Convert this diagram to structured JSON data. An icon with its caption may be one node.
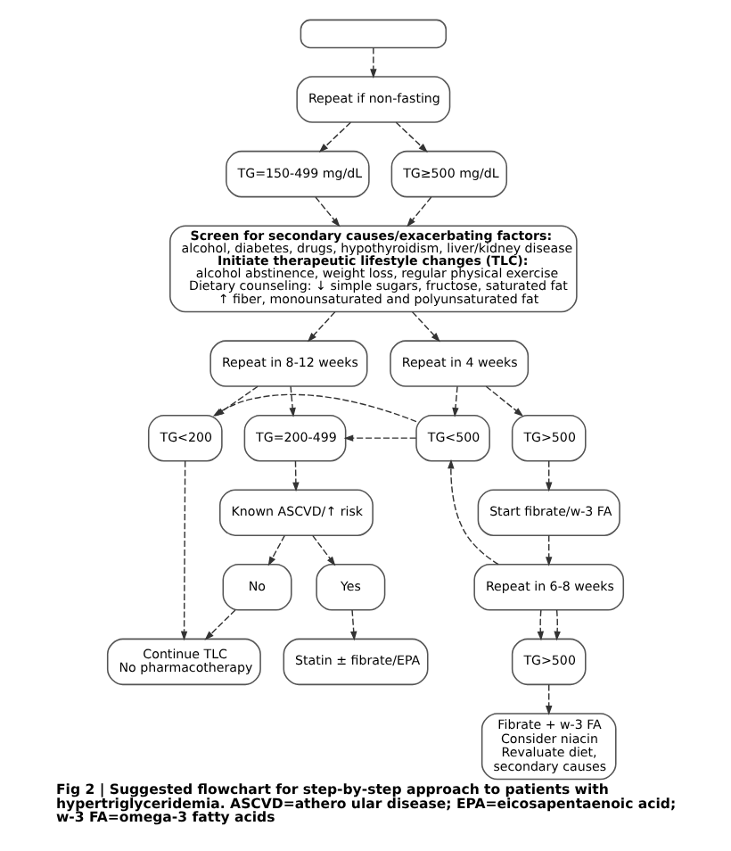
{
  "diagram": {
    "caption": "Fig 2 | Suggested flowchart for step-by-step approach to patients with hypertriglyceridemia. ASCVD=athero ular disease; EPA=eicosapentaenoic acid; w-3 FA=omega-3 fatty acids",
    "nodes": [
      {
        "text": [],
        "shape": "box"
      },
      {
        "text": [
          "Repeat if non-fasting"
        ]
      },
      {
        "text": [
          "TG=150-499 mg/dL"
        ]
      },
      {
        "text": [
          "TG≥500 mg/dL"
        ]
      },
      {
        "text": [
          "Screen for secondary causes/exacerbating factors:",
          "alcohol, diabetes, drugs, hypothyroidism, liver/kidney disease",
          "Initiate therapeutic lifestyle changes (TLC):",
          "alcohol abstinence, weight loss, regular physical exercise",
          "Dietary counseling: ↓ simple sugars, fructose, saturated fat ↑ fiber, monounsaturated and polyunsaturated fat"
        ]
      },
      {
        "text": [
          "Repeat in 8-12 weeks"
        ]
      },
      {
        "text": [
          "Repeat in 4 weeks"
        ]
      },
      {
        "text": [
          "TG<200"
        ]
      },
      {
        "text": [
          "TG=200-499"
        ]
      },
      {
        "text": [
          "TG<500"
        ]
      },
      {
        "text": [
          "TG>500"
        ]
      },
      {
        "text": [
          "Known ASCVD/↑ risk"
        ]
      },
      {
        "text": [
          "Start fibrate/w-3 FA"
        ]
      },
      {
        "text": [
          "Repeat in 6-8 weeks"
        ]
      },
      {
        "text": [
          "No"
        ]
      },
      {
        "text": [
          "Yes"
        ]
      },
      {
        "text": [
          "TG>500"
        ]
      },
      {
        "text": [
          "Continue TLC",
          "No pharmacotherapy"
        ]
      },
      {
        "text": [
          "Statin ± fibrate/EPA"
        ]
      },
      {
        "text": [
          "Fibrate + w-3 FA",
          "Consider niacin",
          "Revaluate diet, secondary causes"
        ]
      }
    ],
    "edges": [
      {
        "from": 0,
        "to": 1,
        "arrow": "to",
        "style": "dashed"
      },
      {
        "from": 1,
        "to": 2,
        "arrow": "to",
        "style": "dashed"
      },
      {
        "from": 1,
        "to": 3,
        "arrow": "to",
        "style": "dashed"
      },
      {
        "from": 2,
        "to": 4,
        "arrow": "to",
        "style": "dashed"
      },
      {
        "from": 3,
        "to": 4,
        "arrow": "to",
        "style": "dashed"
      },
      {
        "from": 4,
        "to": 5,
        "arrow": "to",
        "style": "dashed"
      },
      {
        "from": 4,
        "to": 6,
        "arrow": "to",
        "style": "dashed"
      },
      {
        "from": 5,
        "to": 7,
        "arrow": "to",
        "style": "dashed"
      },
      {
        "from": 5,
        "to": 8,
        "arrow": "to",
        "style": "dashed"
      },
      {
        "from": 6,
        "to": 9,
        "arrow": "to",
        "style": "dashed"
      },
      {
        "from": 6,
        "to": 10,
        "arrow": "to",
        "style": "dashed"
      },
      {
        "from": 9,
        "to": 7,
        "arrow": "to",
        "style": "dashed"
      },
      {
        "from": 9,
        "to": 8,
        "arrow": "to",
        "style": "dashed"
      },
      {
        "from": 8,
        "to": 11,
        "arrow": "to",
        "style": "dashed"
      },
      {
        "from": 10,
        "to": 12,
        "arrow": "to",
        "style": "dashed"
      },
      {
        "from": 12,
        "to": 13,
        "arrow": "to",
        "style": "dashed"
      },
      {
        "from": 11,
        "to": 14,
        "arrow": "to",
        "style": "dashed"
      },
      {
        "from": 11,
        "to": 15,
        "arrow": "to",
        "style": "dashed"
      },
      {
        "from": 13,
        "to": 16,
        "arrow": "to",
        "style": "dashed"
      },
      {
        "from": 13,
        "to": 9,
        "arrow": "to",
        "style": "dashed"
      },
      {
        "from": 13,
        "to": 16,
        "arrow": "to",
        "style": "dashed"
      },
      {
        "from": 7,
        "to": 17,
        "arrow": "to",
        "style": "dashed"
      },
      {
        "from": 14,
        "to": 17,
        "arrow": "to",
        "style": "dashed"
      },
      {
        "from": 15,
        "to": 18,
        "arrow": "to",
        "style": "dashed"
      },
      {
        "from": 16,
        "to": 19,
        "arrow": "to",
        "style": "dashed"
      }
    ]
  }
}
